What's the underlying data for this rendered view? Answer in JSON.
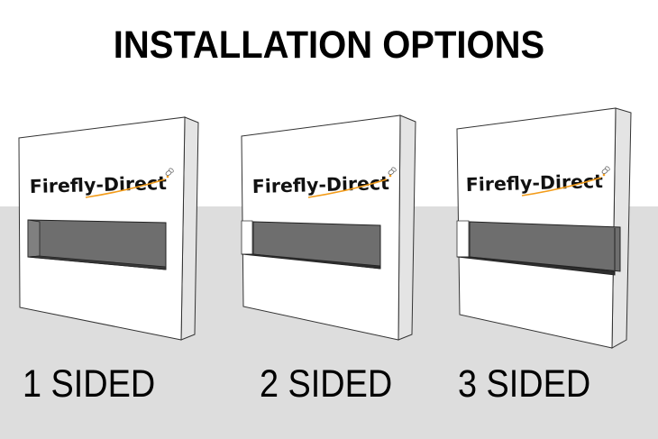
{
  "title": "INSTALLATION OPTIONS",
  "colors": {
    "background_top": "#ffffff",
    "background_bottom": "#dddddd",
    "box_face": "#ffffff",
    "box_side": "#e4e4e4",
    "recess": "#6e6e6e",
    "outline": "#333333",
    "logo_text": "#111111",
    "logo_swoosh": "#f39c1a"
  },
  "options": [
    {
      "label": "1 SIDED",
      "logo": {
        "text": "Firefly-Direct"
      },
      "icon": "firefly-logo-icon"
    },
    {
      "label": "2 SIDED",
      "logo": {
        "text": "Firefly-Direct"
      },
      "icon": "firefly-logo-icon"
    },
    {
      "label": "3 SIDED",
      "logo": {
        "text": "Firefly-Direct"
      },
      "icon": "firefly-logo-icon"
    }
  ]
}
